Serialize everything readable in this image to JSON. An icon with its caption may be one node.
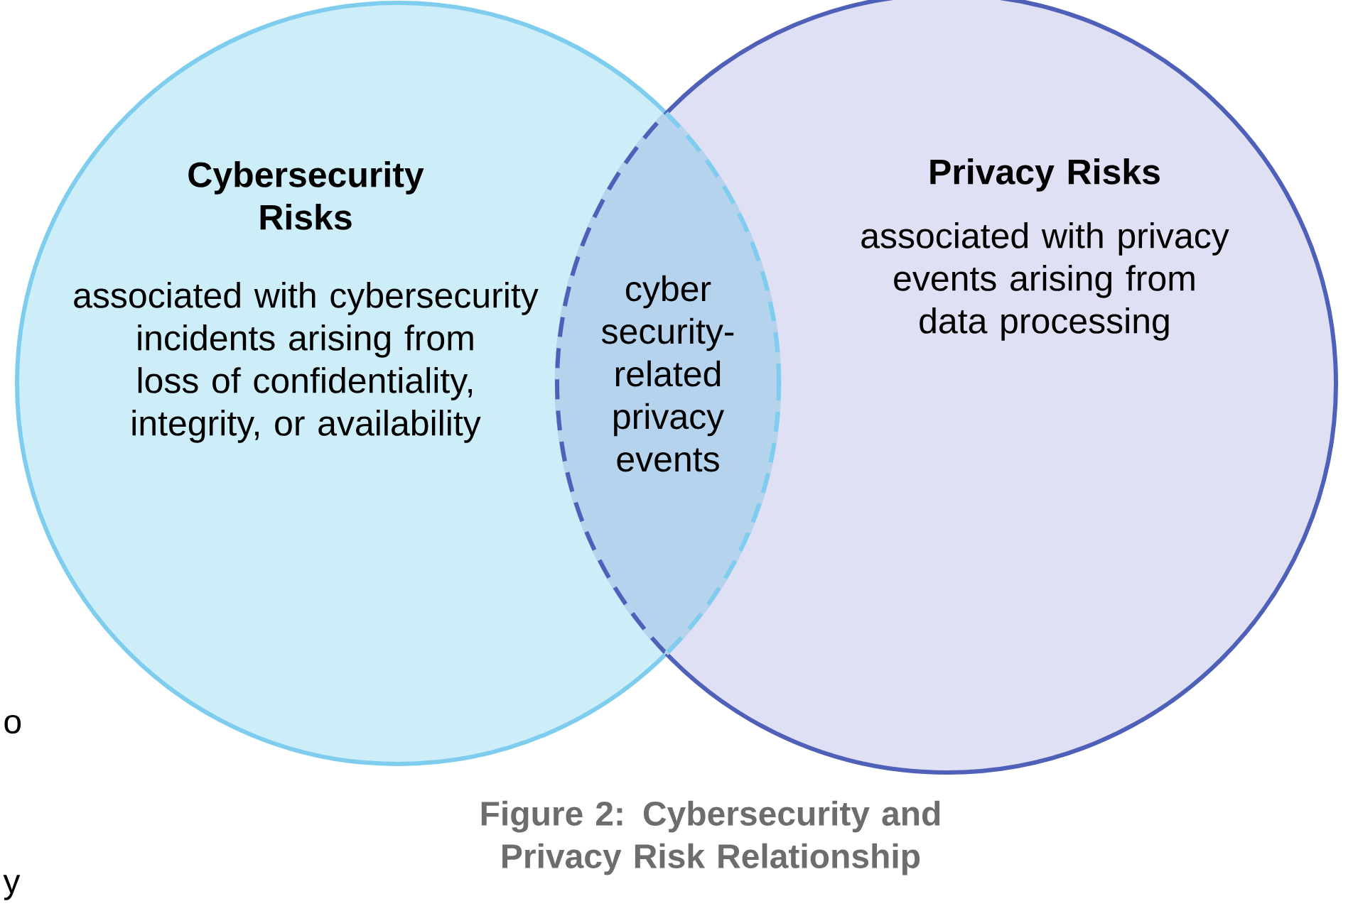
{
  "diagram": {
    "caption": "Figure 2: Cybersecurity and Privacy Risk Relationship",
    "nodes": [
      {
        "text": [
          "Cybersecurity Risks",
          "associated with cybersecurity incidents arising from loss of confidentiality, integrity, or availability"
        ]
      },
      {
        "text": [
          "Privacy Risks",
          "associated with privacy events arising from data processing"
        ]
      },
      {
        "text": [
          "cyber security-related privacy events"
        ]
      }
    ],
    "labels": [
      "o",
      "y"
    ]
  }
}
